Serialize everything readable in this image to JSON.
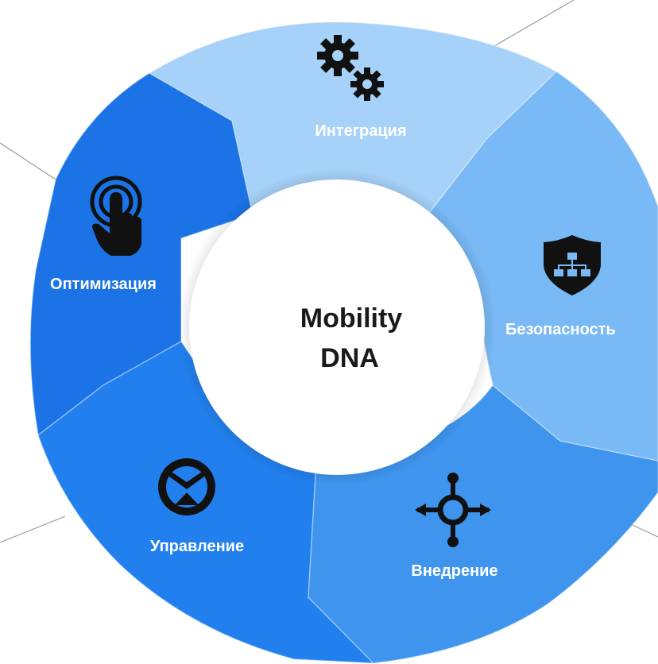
{
  "center": {
    "line1": "Mobility",
    "line2": "DNA"
  },
  "segments": [
    {
      "label": "Интеграция",
      "icon": "gears-icon",
      "color": "#a6d1f8"
    },
    {
      "label": "Безопасность",
      "icon": "shield-network-icon",
      "color": "#79b9f5"
    },
    {
      "label": "Внедрение",
      "icon": "crosshair-node-icon",
      "color": "#3f95ee"
    },
    {
      "label": "Управление",
      "icon": "clock-icon",
      "color": "#2280ee"
    },
    {
      "label": "Оптимизация",
      "icon": "touch-hand-icon",
      "color": "#1b73e6"
    }
  ],
  "colors": {
    "icon": "#111111",
    "text_on_segment": "#ffffff",
    "center_fill": "#ffffff",
    "center_text": "#1a1a1a",
    "connector": "#999999"
  }
}
